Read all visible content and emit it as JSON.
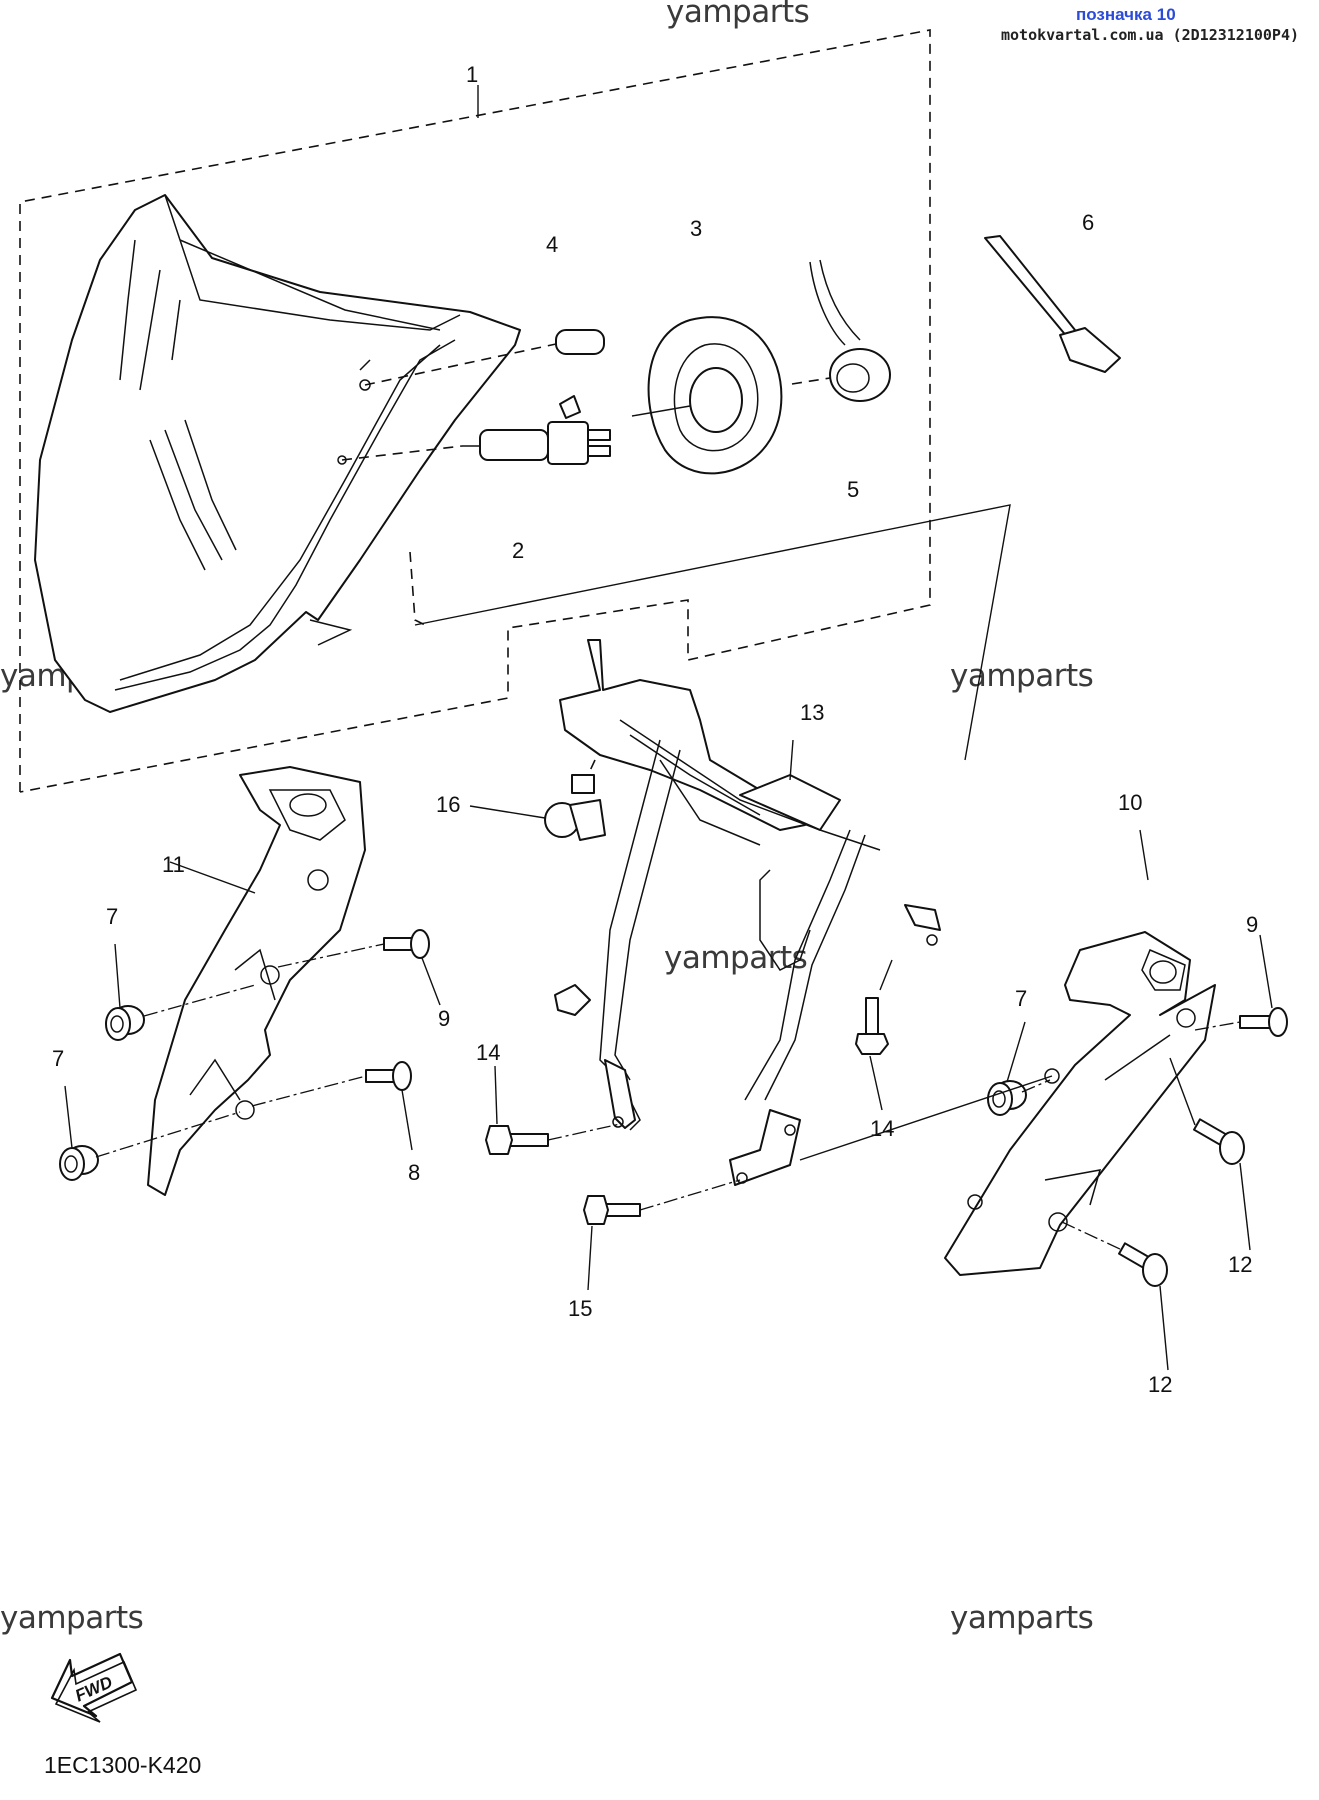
{
  "header": {
    "badge": "позначка 10",
    "source_code": "motokvartal.com.ua (2D12312100P4)"
  },
  "watermarks": [
    "yamparts",
    "yamparts",
    "yamparts",
    "yamparts",
    "yamparts",
    "yamparts"
  ],
  "footer": {
    "fwd_label": "FWD",
    "diagram_code": "1EC1300-K420"
  },
  "callouts": {
    "c1": "1",
    "c2": "2",
    "c3": "3",
    "c4": "4",
    "c5": "5",
    "c6": "6",
    "c7a": "7",
    "c7b": "7",
    "c7c": "7",
    "c8": "8",
    "c9a": "9",
    "c9b": "9",
    "c10": "10",
    "c11": "11",
    "c12a": "12",
    "c12b": "12",
    "c13": "13",
    "c14a": "14",
    "c14b": "14",
    "c15": "15",
    "c16": "16"
  }
}
